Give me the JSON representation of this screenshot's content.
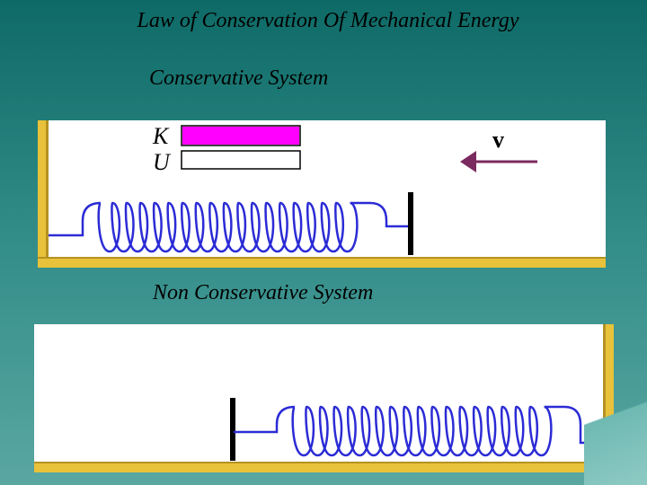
{
  "slide": {
    "title": "Law of Conservation Of Mechanical Energy"
  },
  "top_panel": {
    "heading": "Conservative System",
    "kinetic_label": "K",
    "potential_label": "U",
    "velocity_label": "v",
    "kinetic_fraction": 1.0,
    "potential_fraction": 0.0,
    "kinetic_color": "#ff00ff",
    "spring_color": "#2b2bd6",
    "arrow_color": "#7a2a5e",
    "arrow_direction": "left"
  },
  "bottom_panel": {
    "heading": "Non Conservative System",
    "spring_color": "#2b2bd6"
  },
  "colors": {
    "floor": "#e8c23a",
    "floor_edge": "#b59222",
    "panel_bg": "#ffffff",
    "background_top": "#0e6a66",
    "background_bottom": "#5aa7a2"
  }
}
